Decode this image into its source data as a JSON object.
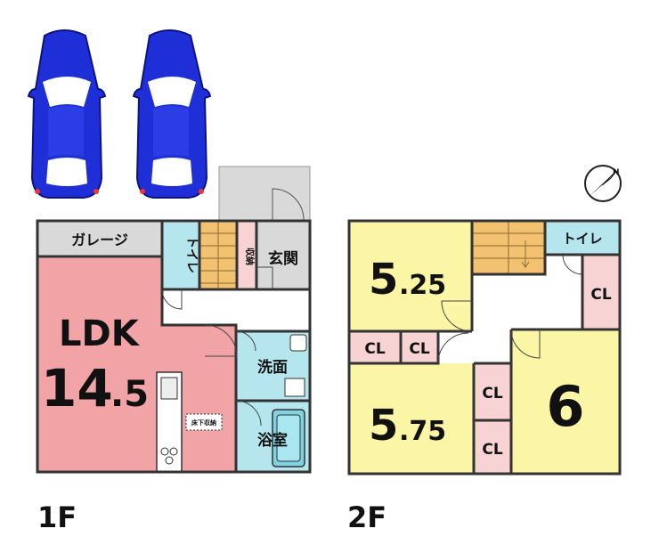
{
  "floors": {
    "first": {
      "label": "1F",
      "rooms": {
        "garage": "ガレージ",
        "toilet": "トイレ",
        "storage": "収納",
        "entrance": "玄関",
        "ldk_name": "LDK",
        "ldk_size_int": "14",
        "ldk_size_dec": ".5",
        "washroom": "洗面",
        "bathroom": "浴室",
        "underfloor_storage": "床下収納"
      }
    },
    "second": {
      "label": "2F",
      "rooms": {
        "room_a_int": "5",
        "room_a_dec": ".25",
        "room_b_int": "5",
        "room_b_dec": ".75",
        "room_c": "6",
        "toilet": "トイレ",
        "closet": "CL"
      }
    }
  },
  "colors": {
    "ldk": "#f2a3a6",
    "water": "#b5e6ee",
    "bedroom": "#fbf5a6",
    "stairs": "#f3c270",
    "closet": "#f8d3d3",
    "garage": "#d9d9d9",
    "car_body": "#1f2fd8",
    "car_window": "#ffffff",
    "wall": "#333333"
  },
  "icons": [
    "car-icon",
    "car-icon",
    "compass-icon"
  ]
}
